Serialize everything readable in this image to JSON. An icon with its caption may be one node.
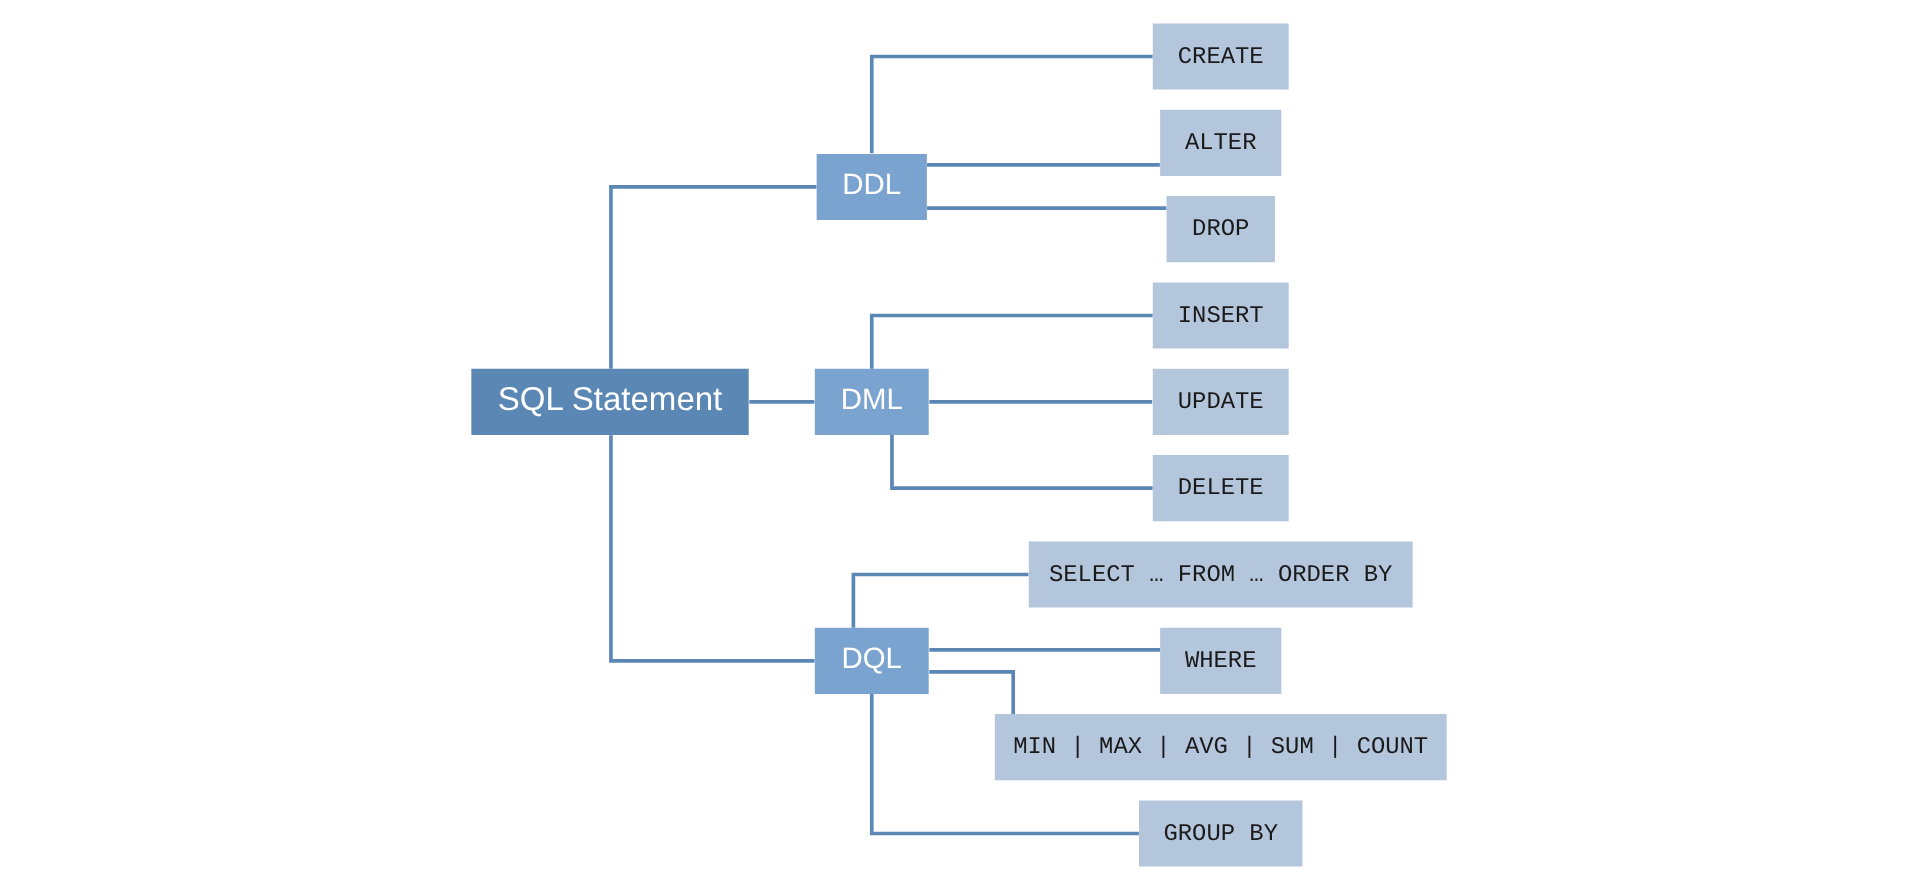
{
  "diagram": {
    "nodes": [
      {
        "text": [
          "SQL Statement"
        ]
      },
      {
        "text": [
          "DDL"
        ]
      },
      {
        "text": [
          "DML"
        ]
      },
      {
        "text": [
          "DQL"
        ]
      },
      {
        "text": [
          "CREATE"
        ]
      },
      {
        "text": [
          "ALTER"
        ]
      },
      {
        "text": [
          "DROP"
        ]
      },
      {
        "text": [
          "INSERT"
        ]
      },
      {
        "text": [
          "UPDATE"
        ]
      },
      {
        "text": [
          "DELETE"
        ]
      },
      {
        "text": [
          "SELECT … FROM … ORDER BY"
        ]
      },
      {
        "text": [
          "WHERE"
        ]
      },
      {
        "text": [
          "MIN | MAX | AVG | SUM | COUNT"
        ]
      },
      {
        "text": [
          "GROUP BY"
        ]
      }
    ],
    "edges": [
      {
        "from": 0,
        "to": 1,
        "arrow": "none"
      },
      {
        "from": 0,
        "to": 2,
        "arrow": "none"
      },
      {
        "from": 0,
        "to": 3,
        "arrow": "none"
      },
      {
        "from": 1,
        "to": 4,
        "arrow": "none"
      },
      {
        "from": 1,
        "to": 5,
        "arrow": "none"
      },
      {
        "from": 1,
        "to": 6,
        "arrow": "none"
      },
      {
        "from": 2,
        "to": 7,
        "arrow": "none"
      },
      {
        "from": 2,
        "to": 8,
        "arrow": "none"
      },
      {
        "from": 2,
        "to": 9,
        "arrow": "none"
      },
      {
        "from": 3,
        "to": 10,
        "arrow": "none"
      },
      {
        "from": 3,
        "to": 11,
        "arrow": "none"
      },
      {
        "from": 3,
        "to": 12,
        "arrow": "none"
      },
      {
        "from": 3,
        "to": 13,
        "arrow": "none"
      }
    ]
  }
}
